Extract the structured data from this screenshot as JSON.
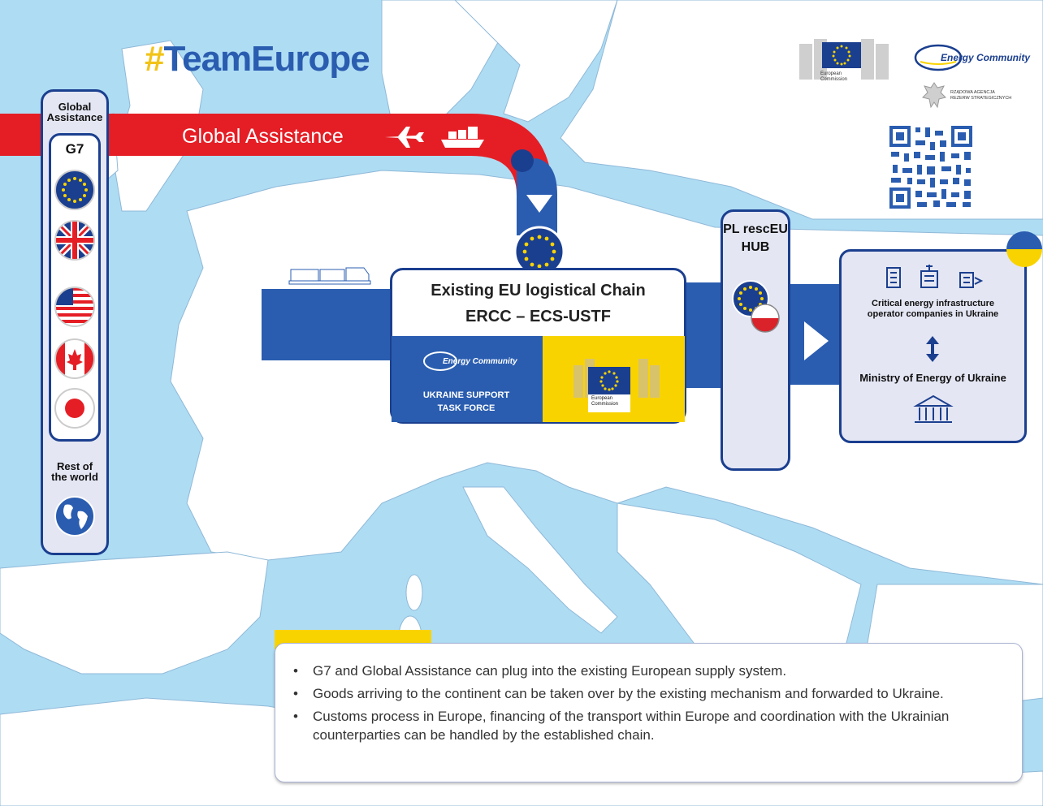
{
  "title_hash": "#",
  "title_rest": "TeamEurope",
  "global_band_label": "Global Assistance",
  "sidebar": {
    "top_label_line1": "Global",
    "top_label_line2": "Assistance",
    "g7_label": "G7",
    "bottom_label_line1": "Rest of",
    "bottom_label_line2": "the world",
    "flags": [
      "eu-flag-icon",
      "uk-flag-icon",
      "us-flag-icon",
      "canada-flag-icon",
      "japan-flag-icon"
    ]
  },
  "chain": {
    "title_line1": "Existing EU logistical Chain",
    "title_line2": "ERCC – ECS-USTF",
    "energy_community_logo": "Energy Community",
    "ustf_line1": "UKRAINE SUPPORT",
    "ustf_line2": "TASK FORCE",
    "ec_logo_line1": "European",
    "ec_logo_line2": "Commission"
  },
  "hub": {
    "line1": "PL rescEU",
    "line2": "HUB"
  },
  "ukraine": {
    "operators_line1": "Critical energy infrastructure",
    "operators_line2": "operator companies in Ukraine",
    "ministry": "Ministry of Energy of Ukraine"
  },
  "logos": {
    "ec_line1": "European",
    "ec_line2": "Commission",
    "energy_community": "Energy Community",
    "rarsa_line1": "RZĄDOWA AGENCJA",
    "rarsa_line2": "REZERW STRATEGICZNYCH"
  },
  "notes": [
    "G7 and Global Assistance can plug into the existing European supply system.",
    "Goods arriving to the continent can be taken over by the existing mechanism and forwarded to Ukraine.",
    "Customs process in Europe, financing of the transport within Europe and coordination with the Ukrainian counterparties can be handled by the established chain."
  ],
  "colors": {
    "sea": "#aedcf3",
    "land": "#ffffff",
    "eu_blue": "#2a5db0",
    "dark_blue": "#1b3f8f",
    "red_band": "#e51e25",
    "yellow": "#f9d300"
  }
}
